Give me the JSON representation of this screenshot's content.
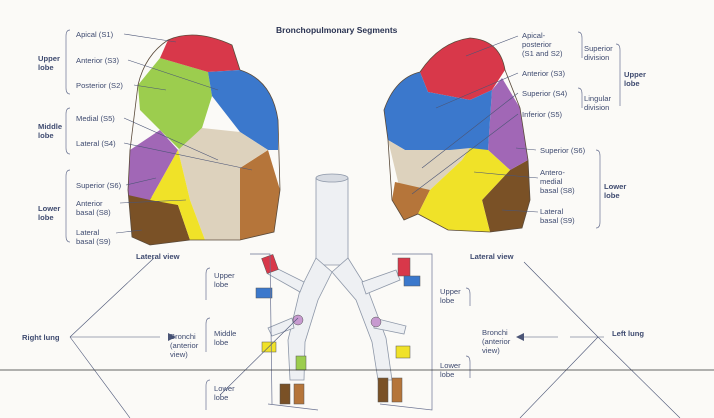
{
  "title": "Bronchopulmonary Segments",
  "right_lung_lateral": {
    "lobes": {
      "upper": "Upper\nlobe",
      "middle": "Middle\nlobe",
      "lower": "Lower\nlobe"
    },
    "segments": {
      "apical": "Apical (S1)",
      "anterior": "Anterior (S3)",
      "posterior": "Posterior (S2)",
      "medial": "Medial (S5)",
      "lateral": "Lateral (S4)",
      "superior": "Superior (S6)",
      "anterior_basal": "Anterior\nbasal (S8)",
      "lateral_basal": "Lateral\nbasal (S9)"
    },
    "view_label": "Lateral view"
  },
  "left_lung_lateral": {
    "segments": {
      "apical_posterior": "Apical-\nposterior\n(S1 and S2)",
      "anterior": "Anterior (S3)",
      "superior_lingular": "Superior (S4)",
      "inferior_lingular": "Inferior (S5)",
      "superior": "Superior (S6)",
      "anteromedial_basal": "Antero-\nmedial\nbasal (S8)",
      "lateral_basal": "Lateral\nbasal (S9)"
    },
    "divisions": {
      "superior": "Superior\ndivision",
      "lingular": "Lingular\ndivision"
    },
    "lobes": {
      "upper": "Upper\nlobe",
      "lower": "Lower\nlobe"
    },
    "view_label": "Lateral view"
  },
  "bronchi": {
    "right_lung": "Right lung",
    "left_lung": "Left lung",
    "bronchi_label_right": "Bronchi\n(anterior\nview)",
    "bronchi_label_left": "Bronchi\n(anterior\nview)",
    "right_lobes": {
      "upper": "Upper\nlobe",
      "middle": "Middle\nlobe",
      "lower": "Lower\nlobe"
    },
    "left_lobes": {
      "upper": "Upper\nlobe",
      "lower": "Lower\nlobe"
    }
  },
  "colors": {
    "apical": "#d8384a",
    "anterior": "#3b78cc",
    "posterior": "#9ccd4e",
    "medial": "#b05bb8",
    "lateral": "#ddd2bd",
    "superior": "#a167b6",
    "anterior_basal": "#f0e228",
    "lateral_basal": "#7a5126",
    "lower_brown": "#b5753a"
  }
}
